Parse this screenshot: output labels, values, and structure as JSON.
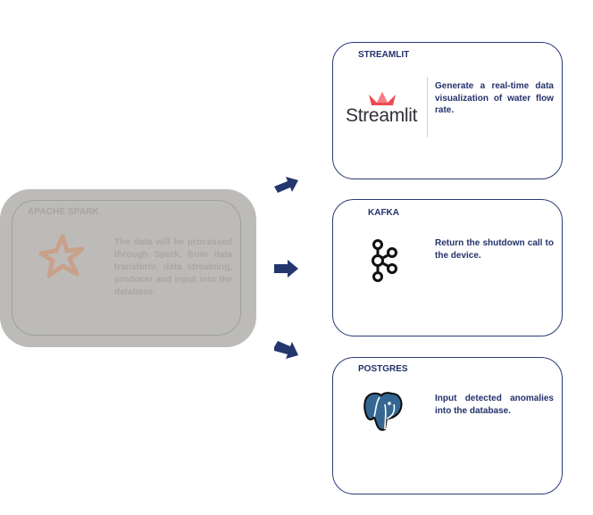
{
  "spark": {
    "title": "APACHE SPARK",
    "text": "The data will be processed through Spark, from data transform, data streaming, producer and input into the database.",
    "icon": "spark-star-icon"
  },
  "cards": [
    {
      "title": "STREAMLIT",
      "logo_text": "Streamlit",
      "icon": "streamlit-crown-icon",
      "text": "Generate a real-time data visualization of water flow rate."
    },
    {
      "title": "KAFKA",
      "icon": "kafka-icon",
      "text": "Return the shutdown call to the device."
    },
    {
      "title": "POSTGRES",
      "icon": "postgres-elephant-icon",
      "text": "Input detected anomalies into the database."
    }
  ],
  "colors": {
    "arrow": "#23366e",
    "card_border": "#2b3a75",
    "card_text": "#23326b",
    "spark_bg": "#bdbbb8",
    "spark_icon": "#c9a08a",
    "streamlit_red": "#ee4b55",
    "postgres_blue": "#336791"
  }
}
